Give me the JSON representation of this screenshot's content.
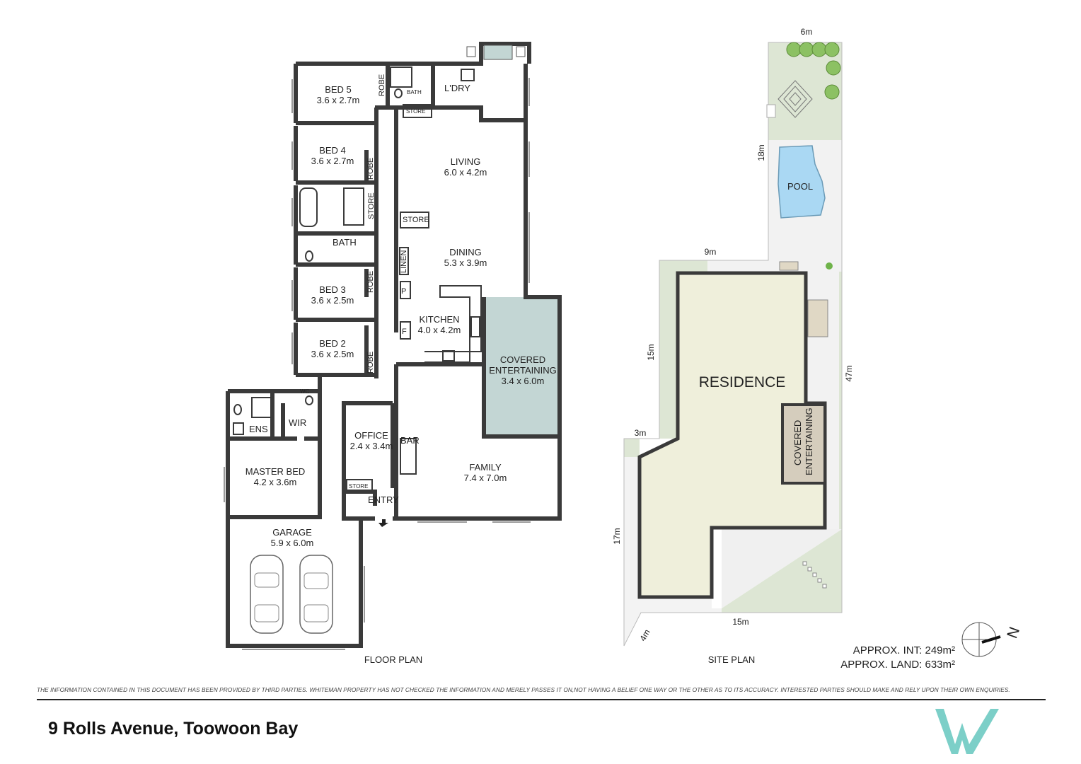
{
  "floor_plan": {
    "caption": "FLOOR PLAN",
    "rooms": {
      "bed5": {
        "name": "BED 5",
        "size": "3.6 x 2.7m"
      },
      "bed4": {
        "name": "BED 4",
        "size": "3.6 x 2.7m"
      },
      "bed3": {
        "name": "BED 3",
        "size": "3.6 x 2.5m"
      },
      "bed2": {
        "name": "BED 2",
        "size": "3.6 x 2.5m"
      },
      "living": {
        "name": "LIVING",
        "size": "6.0 x 4.2m"
      },
      "dining": {
        "name": "DINING",
        "size": "5.3 x 3.9m"
      },
      "kitchen": {
        "name": "KITCHEN",
        "size": "4.0 x 4.2m"
      },
      "covered": {
        "name_line1": "COVERED",
        "name_line2": "ENTERTAINING",
        "size": "3.4 x 6.0m"
      },
      "office": {
        "name": "OFFICE",
        "size": "2.4 x 3.4m"
      },
      "family": {
        "name": "FAMILY",
        "size": "7.4 x 7.0m"
      },
      "master": {
        "name": "MASTER BED",
        "size": "4.2 x 3.6m"
      },
      "garage": {
        "name": "GARAGE",
        "size": "5.9 x 6.0m"
      }
    },
    "labels": {
      "robe": "ROBE",
      "bath": "BATH",
      "laundry": "L'DRY",
      "store": "STORE",
      "linen": "LINEN",
      "ens": "ENS",
      "wir": "WIR",
      "bar": "BAR",
      "entry": "ENTRY",
      "wc": "WC",
      "pantry": "P",
      "fridge": "F"
    }
  },
  "site_plan": {
    "caption": "SITE PLAN",
    "residence": "RESIDENCE",
    "covered_line1": "COVERED",
    "covered_line2": "ENTERTAINING",
    "pool": "POOL",
    "dimensions": {
      "top": "6m",
      "upper_side": "18m",
      "step": "9m",
      "left_upper": "15m",
      "left_step": "3m",
      "left_lower": "17m",
      "right": "47m",
      "bottom": "15m",
      "corner": "4m"
    },
    "north": "N",
    "approx_int": "APPROX. INT: 249m²",
    "approx_land": "APPROX. LAND: 633m²"
  },
  "disclaimer": "THE INFORMATION CONTAINED IN THIS DOCUMENT HAS BEEN PROVIDED BY THIRD PARTIES. WHITEMAN PROPERTY HAS NOT CHECKED THE INFORMATION AND MERELY PASSES IT ON,NOT HAVING A BELIEF ONE WAY OR THE OTHER AS TO ITS ACCURACY. INTERESTED PARTIES SHOULD MAKE AND RELY UPON THEIR OWN ENQUIRIES.",
  "address": "9 Rolls Avenue, Toowoon Bay",
  "colors": {
    "covered_fill": "#c3d6d4",
    "lawn": "#dde6d4",
    "residence_fill": "#efefdb",
    "site_covered_fill": "#d5cdbd",
    "pool_fill": "#aad8f3",
    "logo": "#7ccfc8"
  }
}
